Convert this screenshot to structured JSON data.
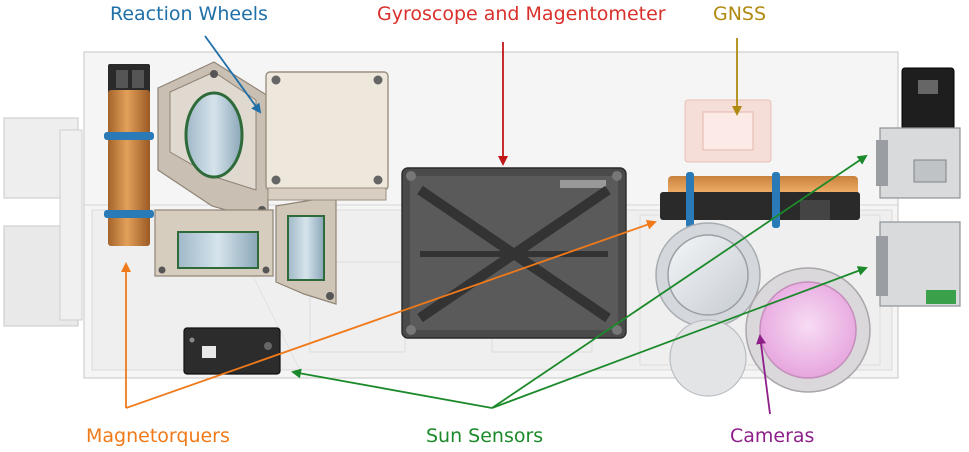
{
  "labels": {
    "reaction_wheels": "Reaction Wheels",
    "gyro_mag": "Gyroscope and Magentometer",
    "gnss": "GNSS",
    "magnetorquers": "Magnetorquers",
    "sun_sensors": "Sun Sensors",
    "cameras": "Cameras"
  },
  "colors": {
    "reaction_wheels": "#1f6fa8",
    "gyro_mag": "#d9302c",
    "gnss": "#b08a10",
    "magnetorquers": "#f07a1a",
    "sun_sensors": "#1c8a2a",
    "cameras": "#8e1f8a"
  }
}
